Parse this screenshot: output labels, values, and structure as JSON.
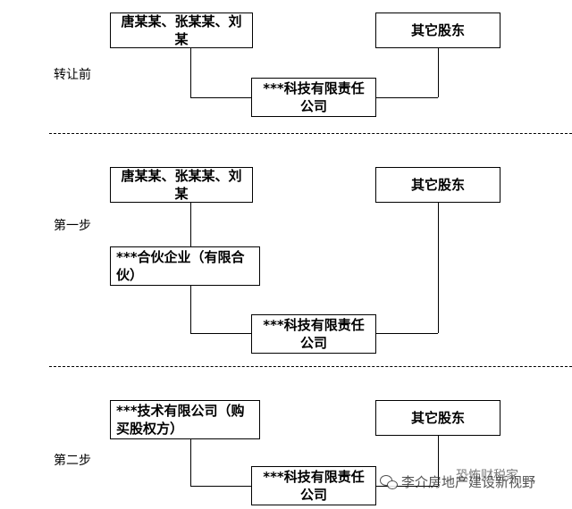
{
  "section1": {
    "label": "转让前",
    "shareholders": "唐某某、张某某、刘某",
    "other": "其它股东",
    "company": "***科技有限责任公司"
  },
  "section2": {
    "label": "第一步",
    "shareholders": "唐某某、张某某、刘某",
    "other": "其它股东",
    "partnership": "***合伙企业（有限合伙）",
    "company": "***科技有限责任公司"
  },
  "section3": {
    "label": "第二步",
    "buyer": "***技术有限公司（购买股权方）",
    "other": "其它股东",
    "company": "***科技有限责任公司"
  },
  "watermark": {
    "text": "李介房地产建设新视野",
    "sub": "恐怖财税家"
  }
}
